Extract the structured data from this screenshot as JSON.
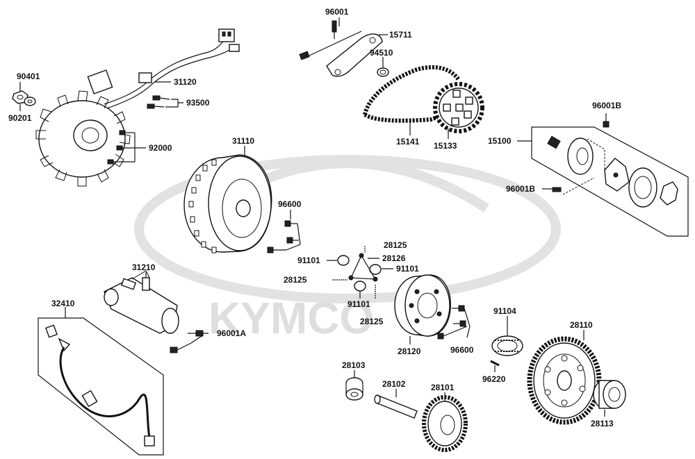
{
  "watermark": {
    "text": "KYMCO"
  },
  "labels": {
    "p96001": "96001",
    "p15711": "15711",
    "p94510": "94510",
    "p90401": "90401",
    "p90201": "90201",
    "p31120": "31120",
    "p93500": "93500",
    "p92000": "92000",
    "p15141": "15141",
    "p15133": "15133",
    "p96001B_top": "96001B",
    "p15100": "15100",
    "p96001B_bottom": "96001B",
    "p31110": "31110",
    "p96600_top": "96600",
    "p28125_a": "28125",
    "p28126": "28126",
    "p91101_a": "91101",
    "p91101_b": "91101",
    "p28125_b": "28125",
    "p91101_c": "91101",
    "p28125_c": "28125",
    "p31210": "31210",
    "p32410": "32410",
    "p96001A": "96001A",
    "p91104": "91104",
    "p28110": "28110",
    "p28120": "28120",
    "p96600_bottom": "96600",
    "p96220": "96220",
    "p28103": "28103",
    "p28102": "28102",
    "p28101": "28101",
    "p28113": "28113"
  }
}
